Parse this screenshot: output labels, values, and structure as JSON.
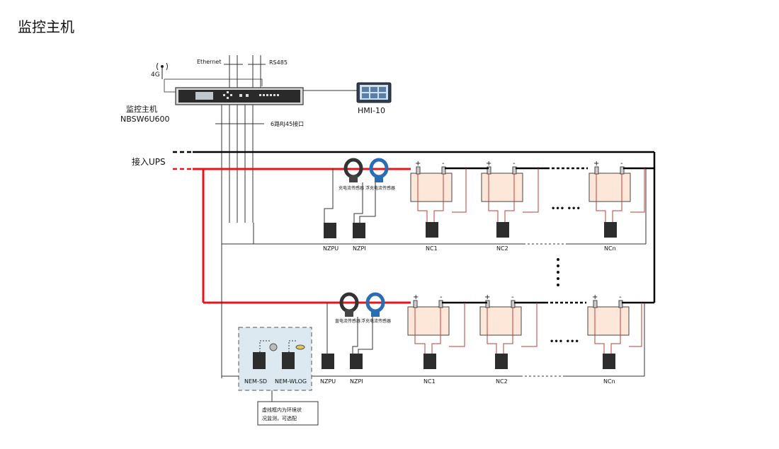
{
  "title": "监控主机",
  "host": {
    "name": "监控主机",
    "model": "NBSW6U600",
    "signal": "4G",
    "ethernet": "Ethernet",
    "rs485": "RS485",
    "rj45": "6路RJ45接口"
  },
  "hmi": "HMI-10",
  "ups": "接入UPS",
  "groups": [
    {
      "sensor1": "充电流传感器",
      "sensor2": "浮充电流传感器",
      "nzpu": "NZPU",
      "nzpi": "NZPI",
      "cells": [
        {
          "plus": "+",
          "minus": "-",
          "nc": "NC1"
        },
        {
          "plus": "+",
          "minus": "-",
          "nc": "NC2"
        },
        {
          "plus": "+",
          "minus": "-",
          "nc": "NCn"
        }
      ],
      "ellipsis": "••• •••"
    },
    {
      "sensor1": "直电流传感器",
      "sensor2": "浮充电流传感器",
      "nzpu": "NZPU",
      "nzpi": "NZPI",
      "cells": [
        {
          "plus": "+",
          "minus": "-",
          "nc": "NC1"
        },
        {
          "plus": "+",
          "minus": "-",
          "nc": "NC2"
        },
        {
          "plus": "+",
          "minus": "-",
          "nc": "NCn"
        }
      ],
      "ellipsis": "••• •••"
    }
  ],
  "env": {
    "sd": "NEM-SD",
    "wlog": "NEM-WLOG",
    "note_line1": "虚线框内为环境状",
    "note_line2": "况监测，可选配"
  },
  "colors": {
    "red": "#e8141c",
    "black": "#000000",
    "battery": "#fde7d8",
    "envbox": "#dde9f1"
  }
}
